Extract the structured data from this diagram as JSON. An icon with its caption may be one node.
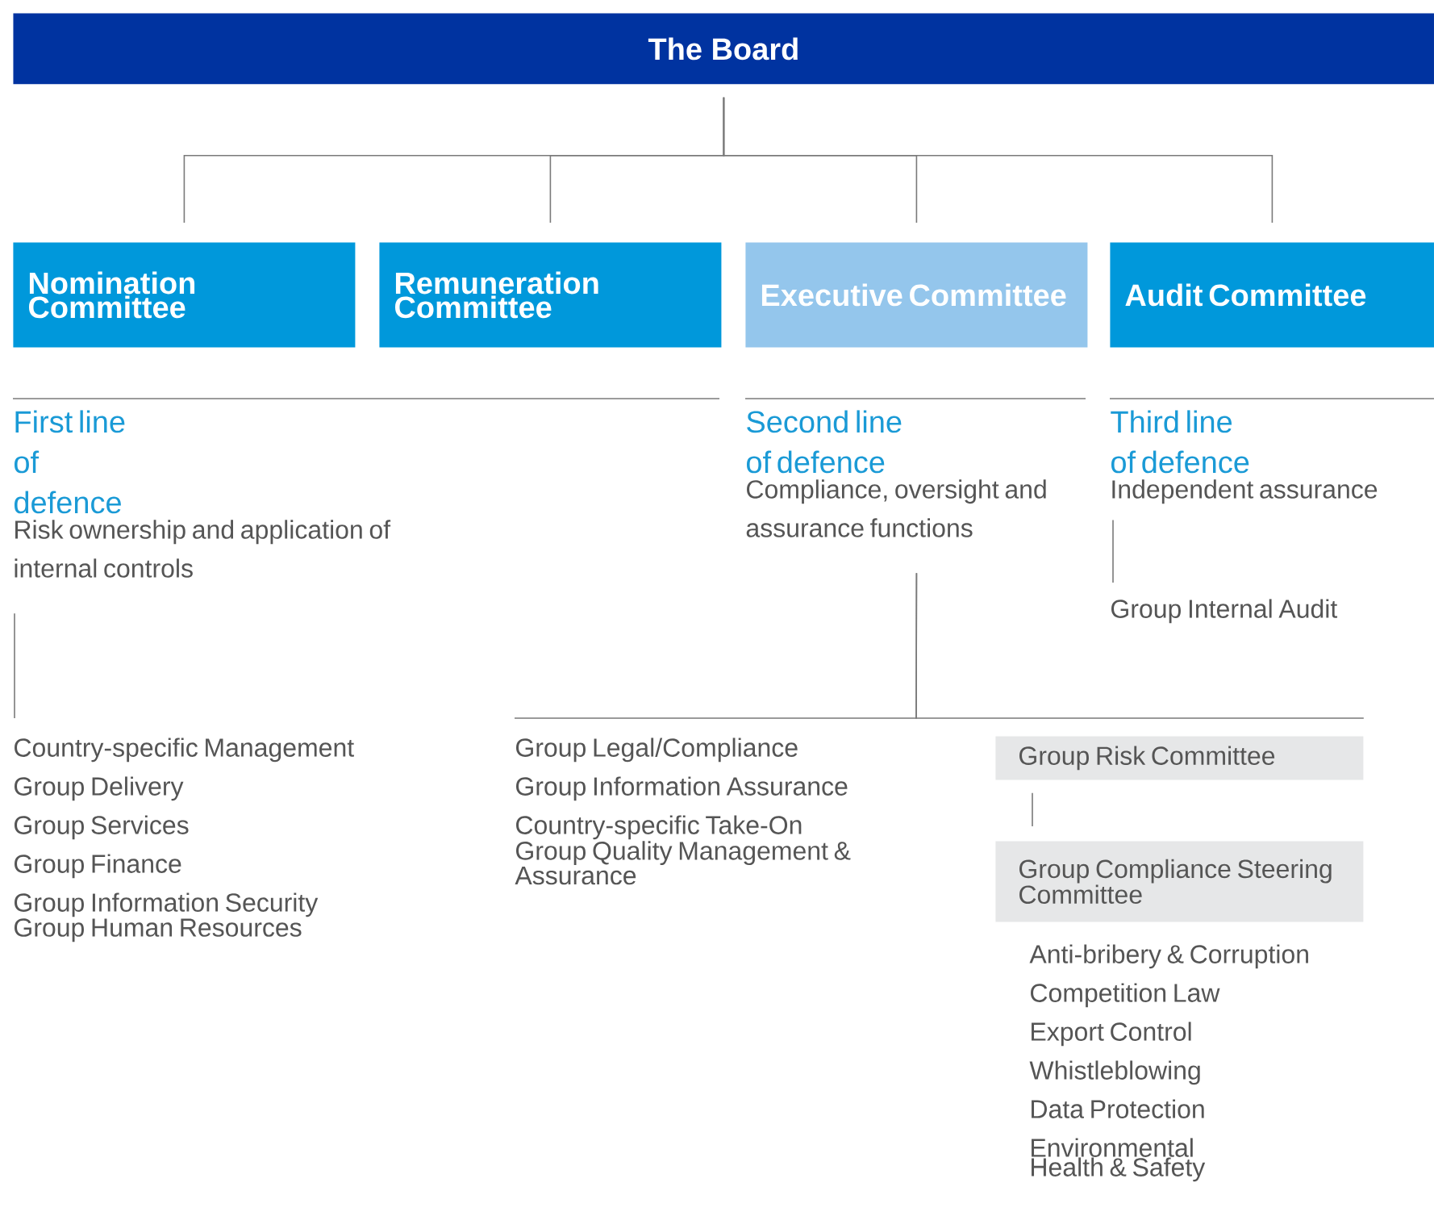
{
  "diagram": {
    "nodes": [
      {
        "text": [
          "The Board"
        ]
      },
      {
        "text": [
          "Nomination Committee"
        ]
      },
      {
        "text": [
          "Remuneration Committee"
        ]
      },
      {
        "text": [
          "Executive Committee"
        ]
      },
      {
        "text": [
          "Audit Committee"
        ]
      },
      {
        "text": [
          "First line of defence",
          "Risk ownership and application of internal controls"
        ]
      },
      {
        "text": [
          "Second line of defence",
          "Compliance, oversight and assurance functions"
        ]
      },
      {
        "text": [
          "Third line of defence",
          "Independent assurance"
        ]
      },
      {
        "text": [
          "Group Internal Audit"
        ]
      },
      {
        "text": [
          "Country-specific Management",
          "Group Delivery",
          "Group Services",
          "Group Finance",
          "Group Information Security",
          "Group Human Resources"
        ]
      },
      {
        "text": [
          "Group Legal/Compliance",
          "Group Information Assurance",
          "Country-specific Take-On",
          "Group Quality Management & Assurance"
        ]
      },
      {
        "text": [
          "Group Risk Committee"
        ]
      },
      {
        "text": [
          "Group Compliance Steering Committee"
        ]
      },
      {
        "text": [
          "Anti-bribery & Corruption",
          "Competition Law",
          "Export Control",
          "Whistleblowing",
          "Data Protection",
          "Environmental",
          "Health & Safety"
        ]
      }
    ],
    "edges": [
      {
        "from": 0,
        "to": 1,
        "arrow": "none"
      },
      {
        "from": 0,
        "to": 2,
        "arrow": "none"
      },
      {
        "from": 0,
        "to": 3,
        "arrow": "none"
      },
      {
        "from": 0,
        "to": 4,
        "arrow": "none"
      },
      {
        "from": 7,
        "to": 8,
        "arrow": "none"
      },
      {
        "from": 5,
        "to": 9,
        "arrow": "none"
      },
      {
        "from": 6,
        "to": 10,
        "arrow": "none"
      },
      {
        "from": 6,
        "to": 11,
        "arrow": "none"
      },
      {
        "from": 11,
        "to": 12,
        "arrow": "none"
      }
    ]
  }
}
